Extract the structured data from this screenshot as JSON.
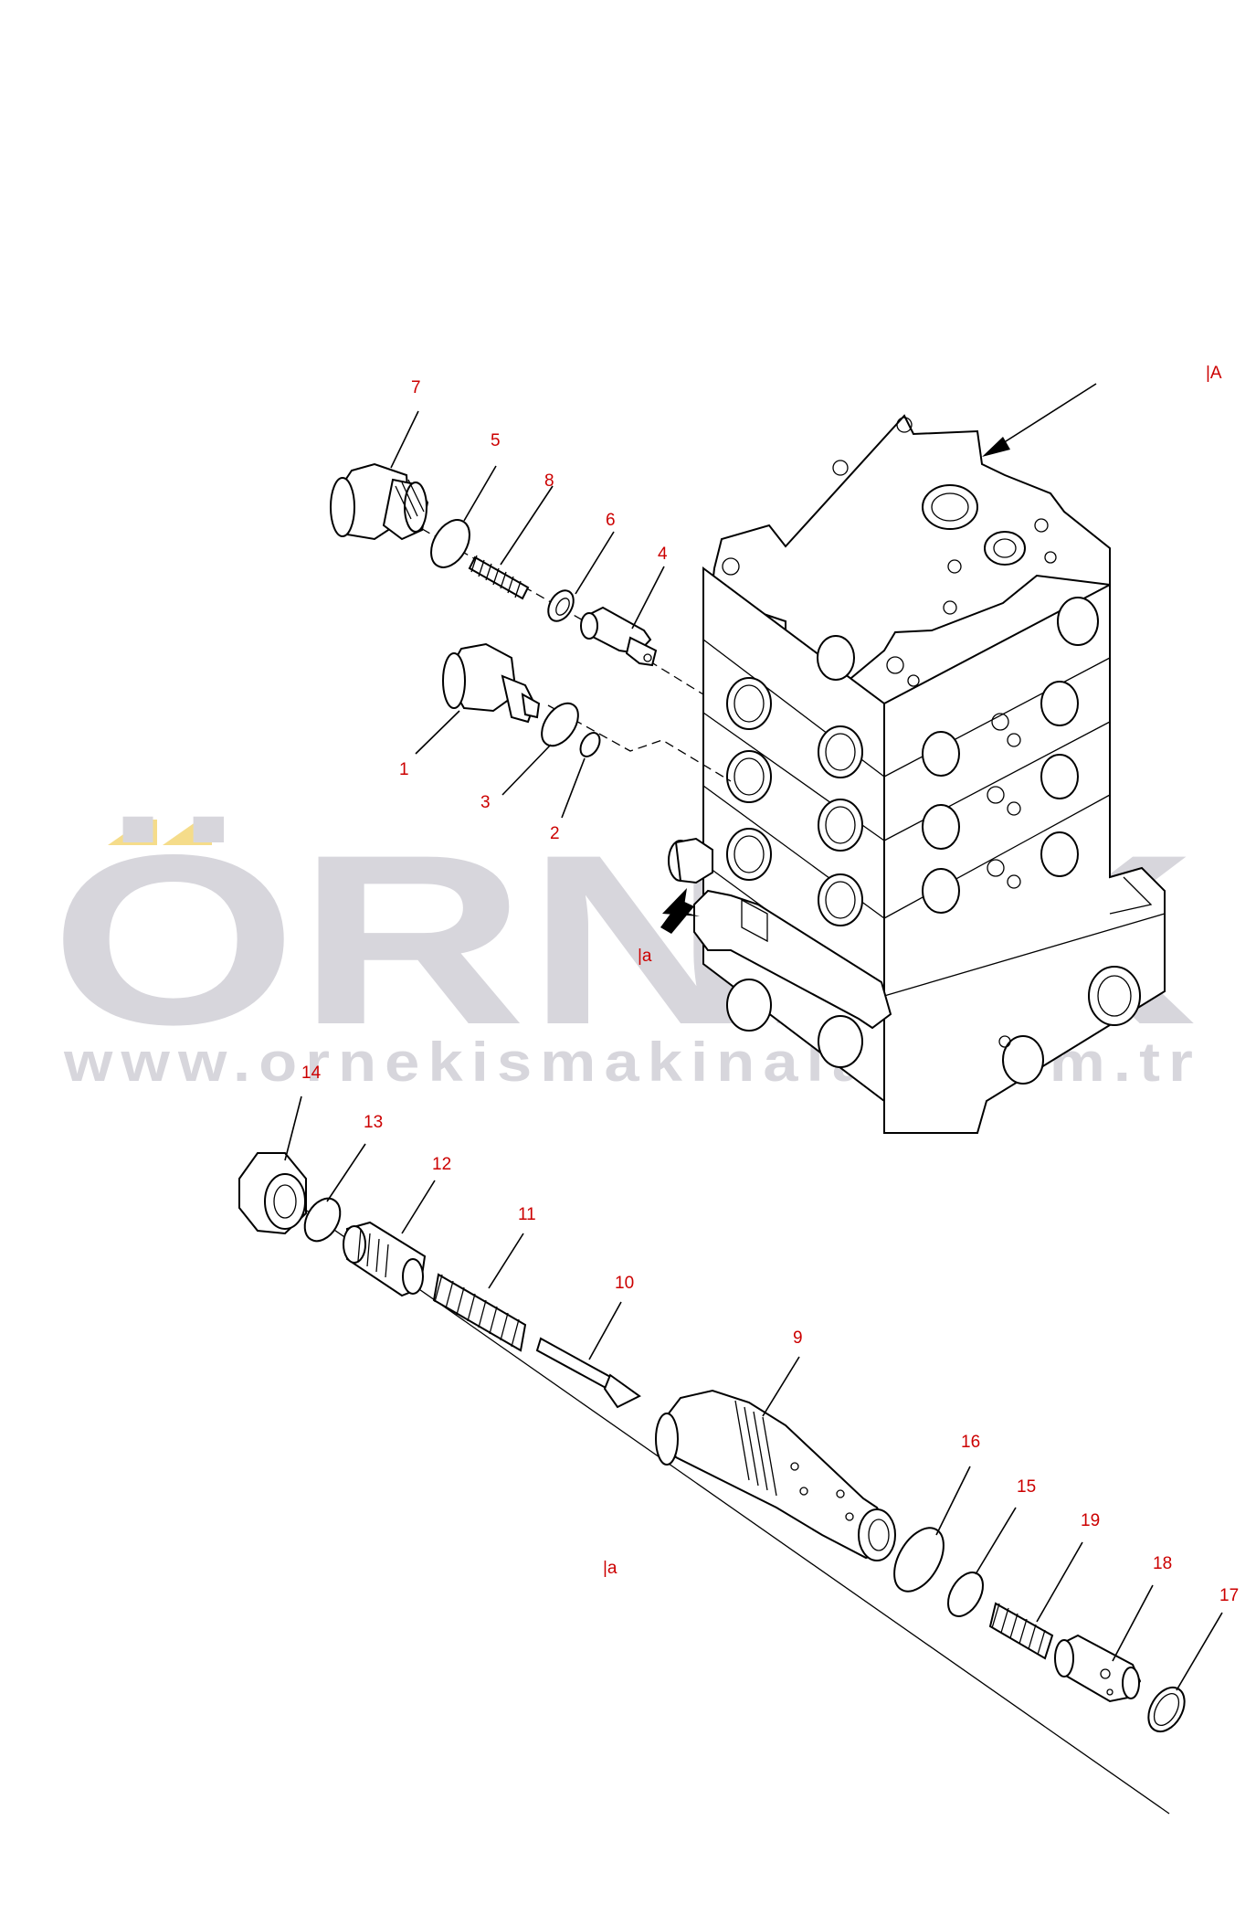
{
  "watermark": {
    "brand": "ÖRNEK",
    "url": "www.ornekismakinalari.com.tr",
    "text_color": "#d7d6dc",
    "accent_color": "#f5dc8a"
  },
  "view_labels": {
    "view_A": "|A",
    "view_a_upper": "|a",
    "view_a_lower": "|a"
  },
  "callouts": {
    "c1": "1",
    "c2": "2",
    "c3": "3",
    "c4": "4",
    "c5": "5",
    "c6": "6",
    "c7": "7",
    "c8": "8",
    "c9": "9",
    "c10": "10",
    "c11": "11",
    "c12": "12",
    "c13": "13",
    "c14": "14",
    "c15": "15",
    "c16": "16",
    "c17": "17",
    "c18": "18",
    "c19": "19"
  },
  "colors": {
    "callout": "#cc0000",
    "line": "#000000"
  }
}
